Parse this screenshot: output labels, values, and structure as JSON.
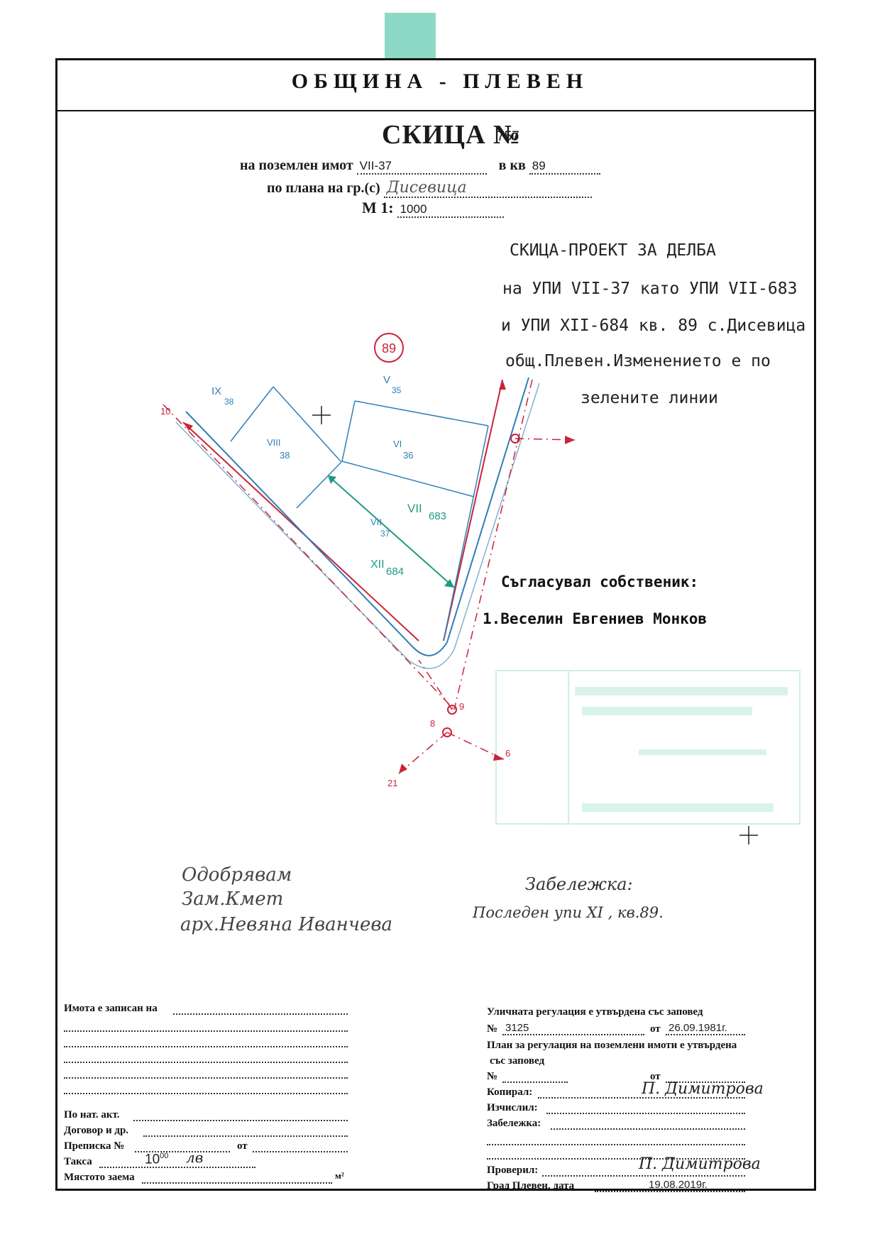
{
  "header": {
    "municipality": "ОБЩИНА - ПЛЕВЕН",
    "sketch_title": "СКИЦА №",
    "sketch_number": "757",
    "property_label": "на поземлен имот",
    "property_value": "VII-37",
    "block_label": "в кв",
    "block_value": "89",
    "plan_label": "по плана на гр.(с)",
    "plan_value": "Дисевица",
    "scale_label": "М 1:",
    "scale_value": "1000"
  },
  "project_text": {
    "lines": [
      "СКИЦА-ПРОЕКТ ЗА ДЕЛБА",
      "на УПИ VII-37 като УПИ VII-683",
      "и УПИ XII-684 кв. 89 с.Дисевица",
      "общ.Плевен.Изменението е по",
      "зелените линии"
    ]
  },
  "plan": {
    "block_circle": "89",
    "lots": [
      {
        "roman": "IX",
        "num": "38"
      },
      {
        "roman": "V",
        "num": "35"
      },
      {
        "roman": "VIII",
        "num": "38"
      },
      {
        "roman": "VI",
        "num": "36"
      },
      {
        "roman": "VII",
        "num": "683"
      },
      {
        "roman": "VII",
        "num": "37"
      },
      {
        "roman": "XII",
        "num": "684"
      }
    ],
    "points": [
      "10",
      "9",
      "8",
      "6",
      "21"
    ]
  },
  "agreement": {
    "title": "Съгласувал собственик:",
    "owner": "1.Веселин Евгениев Монков"
  },
  "approval": {
    "lines": [
      "Одобрявам",
      "Зам.Кмет",
      "арх.Невяна Иванчева"
    ]
  },
  "note": {
    "title": "Забележка:",
    "text": "Последен упи XI , кв.89."
  },
  "form_left": {
    "owner_label": "Имота е записан на",
    "deed_label": "По нат. акт.",
    "contract_label": "Договор и др.",
    "case_label": "Преписка №",
    "from_label": "от",
    "fee_label": "Такса",
    "fee_value": "10",
    "fee_sup": "00",
    "fee_currency": "лв",
    "area_label": "Мястото заема",
    "area_unit": "м²"
  },
  "form_right": {
    "street_reg_label": "Уличната регулация е утвърдена със заповед",
    "street_no_label": "№",
    "street_no_value": "3125",
    "street_from_label": "от",
    "street_from_value": "26.09.1981г.",
    "plan_reg_label": "План за регулация на поземлени имоти е утвърдена",
    "order_label": "със заповед",
    "order_no_label": "№",
    "order_from_label": "от",
    "copied_label": "Копирал:",
    "copied_sig": "П. Димитрова",
    "executed_label": "Изчислил:",
    "notes_label": "Забележка:",
    "checked_label": "Проверил:",
    "checked_sig": "П. Димитрова",
    "city_date_label": "Град Плевен, дата",
    "date_value": "19.08.2019г."
  },
  "colors": {
    "red_line": "#c9243a",
    "blue_line": "#2f7fb5",
    "green_line": "#1f9a82",
    "stamp_teal": "#7fd6c0"
  }
}
